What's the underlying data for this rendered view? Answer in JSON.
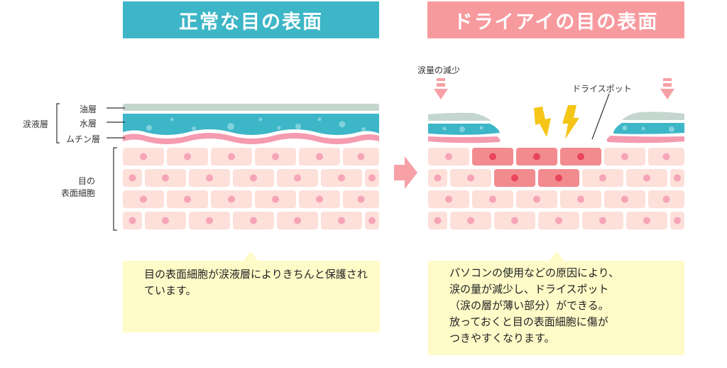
{
  "normal": {
    "title": "正常な目の表面",
    "labels": {
      "oil": "油層",
      "water": "水層",
      "mucin": "ムチン層",
      "tear_film": "涙液層",
      "cells_line1": "目の",
      "cells_line2": "表面細胞"
    },
    "caption": "目の表面細胞が涙液層によりきちんと保護されています。"
  },
  "dry": {
    "title": "ドライアイの目の表面",
    "labels": {
      "tear_reduction": "涙量の減少",
      "dry_spot": "ドライスポット"
    },
    "caption_lines": [
      "パソコンの使用などの原因により、",
      "涙の量が減少し、ドライスポット",
      "（涙の層が薄い部分）ができる。",
      "放っておくと目の表面細胞に傷が",
      "つきやすくなります。"
    ]
  },
  "colors": {
    "oil": "#c5d6cf",
    "water": "#3db6c7",
    "mucin": "#f49bb0",
    "cell": "#fde0d9",
    "cell_nucleus": "#f6a4b7",
    "damaged_cell": "#f28b8f",
    "damaged_nucleus": "#e8455a",
    "lightning": "#f5c518",
    "arrow": "#f7a0a6",
    "caption_bg": "#fffbc8"
  }
}
